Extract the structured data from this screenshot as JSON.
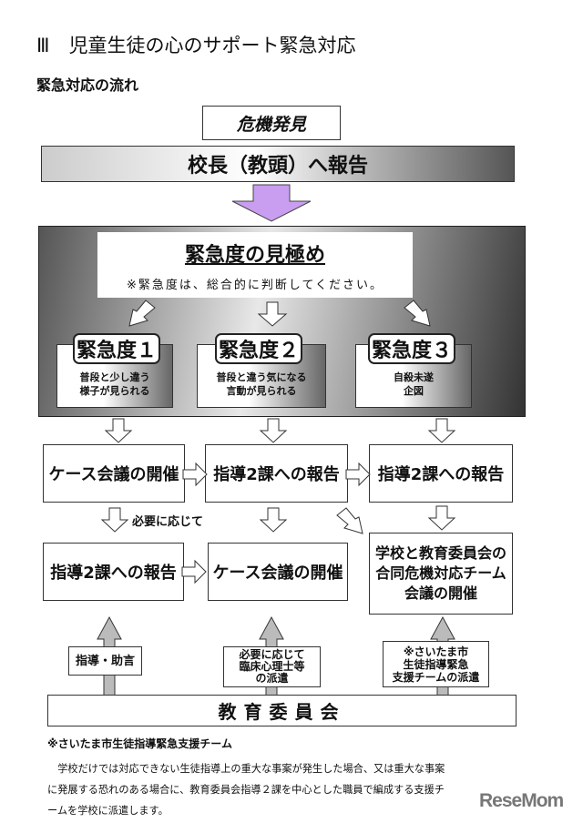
{
  "title": "Ⅲ　児童生徒の心のサポート緊急対応",
  "subtitle": "緊急対応の流れ",
  "discovery": "危機発見",
  "report_principal": "校長（教頭）へ報告",
  "assessment": {
    "title": "緊急度の見極め",
    "note": "※緊急度は、総合的に判断してください。"
  },
  "levels": [
    {
      "badge": "緊急度１",
      "desc1": "普段と少し違う",
      "desc2": "様子が見られる"
    },
    {
      "badge": "緊急度２",
      "desc1": "普段と違う気になる",
      "desc2": "言動が見られる"
    },
    {
      "badge": "緊急度３",
      "desc1": "自殺未遂",
      "desc2": "企図"
    }
  ],
  "row1": [
    "ケース会議の開催",
    "指導2課への報告",
    "指導2課への報告"
  ],
  "as_needed": "必要に応じて",
  "row2": [
    "指導2課への報告",
    "ケース会議の開催"
  ],
  "joint": {
    "l1": "学校と教育委員会の",
    "l2": "合同危機対応チーム",
    "l3": "会議の開催"
  },
  "support": [
    {
      "l1": "指導・助言"
    },
    {
      "l1": "必要に応じて",
      "l2": "臨床心理士等",
      "l3": "の派遣"
    },
    {
      "l1": "※さいたま市",
      "l2": "生徒指導緊急",
      "l3": "支援チームの派遣"
    }
  ],
  "board": "教育委員会",
  "footnote": {
    "heading": "※さいたま市生徒指導緊急支援チーム",
    "line1": "　学校だけでは対応できない生徒指導上の重大な事案が発生した場合、又は重大な事案",
    "line2": "に発展する恐れのある場合に、教育委員会指導２課を中心とした職員で編成する支援チ",
    "line3": "ームを学校に派遣します。"
  },
  "logo": "ReseMom",
  "colors": {
    "arrow_purple": "#c99ef0",
    "panel_dark": "#3a3a3a"
  }
}
